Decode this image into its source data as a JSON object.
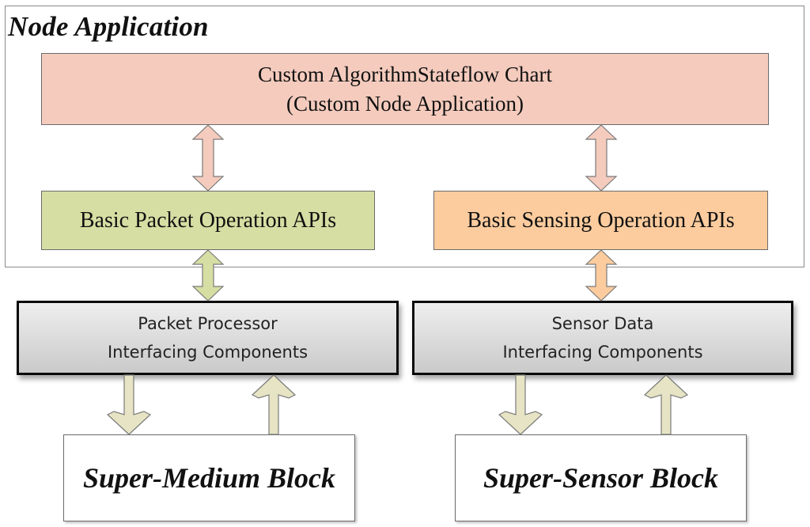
{
  "diagram": {
    "container": {
      "title": "Node Application"
    },
    "custom_chart": {
      "line1": "Custom AlgorithmStateflow Chart",
      "line2": "(Custom Node Application)",
      "color": "#f4cbbd"
    },
    "packet_api": {
      "label": "Basic Packet Operation APIs",
      "color": "#d7dea3"
    },
    "sensing_api": {
      "label": "Basic Sensing Operation APIs",
      "color": "#fdcc9e"
    },
    "packet_processor": {
      "line1": "Packet Processor",
      "line2": "Interfacing Components"
    },
    "sensor_data": {
      "line1": "Sensor Data",
      "line2": "Interfacing Components"
    },
    "medium_block": {
      "label": "Super-Medium Block"
    },
    "sensor_block": {
      "label": "Super-Sensor Block"
    },
    "connections": [
      {
        "from": "custom_chart",
        "to": "packet_api",
        "type": "bidirectional",
        "color": "#f4cbbd"
      },
      {
        "from": "custom_chart",
        "to": "sensing_api",
        "type": "bidirectional",
        "color": "#f4cbbd"
      },
      {
        "from": "packet_processor",
        "to": "packet_api",
        "type": "bidirectional",
        "color": "#d7dea3"
      },
      {
        "from": "sensor_data",
        "to": "sensing_api",
        "type": "bidirectional",
        "color": "#fdcc9e"
      },
      {
        "from": "packet_processor",
        "to": "medium_block",
        "type": "down",
        "color": "#e6e4c4"
      },
      {
        "from": "medium_block",
        "to": "packet_processor",
        "type": "up",
        "color": "#e6e4c4"
      },
      {
        "from": "sensor_data",
        "to": "sensor_block",
        "type": "down",
        "color": "#e6e4c4"
      },
      {
        "from": "sensor_block",
        "to": "sensor_data",
        "type": "up",
        "color": "#e6e4c4"
      }
    ]
  }
}
